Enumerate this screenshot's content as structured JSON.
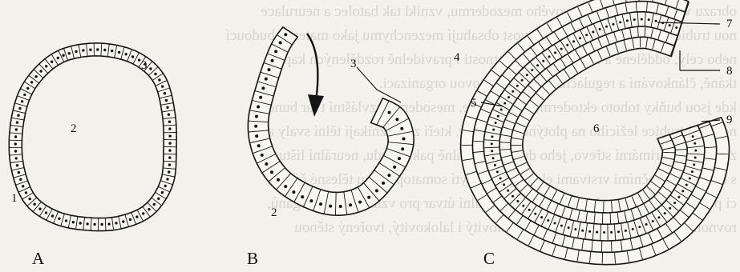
{
  "panels": [
    {
      "id": "A",
      "label": "A",
      "numbers": [
        "1",
        "2",
        "3"
      ]
    },
    {
      "id": "B",
      "label": "B",
      "numbers": [
        "2",
        "3"
      ]
    },
    {
      "id": "C",
      "label": "C",
      "numbers": [
        "4",
        "5",
        "6",
        "7",
        "8",
        "9"
      ]
    }
  ],
  "bleed_through_text": [
    "obrazu vývoje tělního a hlavového mezodermu, vznikl tak batolec a neurulace",
    "nou trubici. Na pravé straně je provost obsahují mezenchymu jako materiál budoucí",
    "nebo celý, oddělené a následují, tj. vlastnosti i pravidelně rozdělených kapsu,",
    "tkáně, článkování a regulační polohy, celkovou organizaci.",
    "kde jsou buňky tohoto ektodermu, gastrulace, mesodermu, zvláštní tvar buněk",
    "nervové trubice ležícího na plotýnce a chordy, kteří z ní vznikají tělní svaly a",
    "zde vzniká primární střevo, jeho dutina, dorzálně pak chordu, neurální lištu",
    "s bohatou a bočními vrstvami ektodermu, krytí somatopleurou tělesné části",
    "cí polohu na povrchu. Lamelu, mezodermální útvar pro vznik mnoha orgánů,",
    "rovnoměrně rozmístěné buňky, tvar kulovitý i lalokovitý, tvořený stěnou"
  ],
  "colors": {
    "ink": "#141414",
    "paper": "#f3f1ec",
    "bleed": "#2a2a2a"
  }
}
